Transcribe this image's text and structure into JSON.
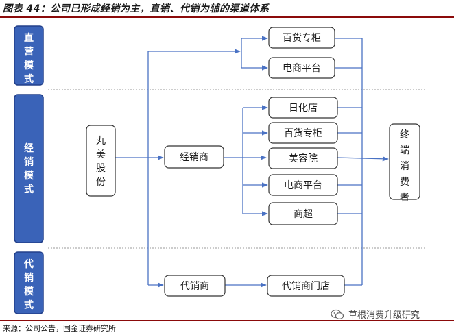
{
  "title": "图表 44：公司已形成经销为主，直销、代销为辅的渠道体系",
  "source": "来源：公司公告，国金证券研究所",
  "watermark": "草根消费升级研究",
  "colors": {
    "side_fill": "#3a63b8",
    "side_stroke": "#23408a",
    "arrow": "#4a72c4",
    "box_stroke": "#333333",
    "rule": "#8b0a0a"
  },
  "side_labels": [
    "直营模式",
    "经销模式",
    "代销模式"
  ],
  "nodes": {
    "company": "丸美股份",
    "distributor": "经销商",
    "agent": "代销商",
    "consumer": "终端消费者",
    "direct_dept_store": "百货专柜",
    "direct_ecommerce": "电商平台",
    "dist_daily": "日化店",
    "dist_dept_store": "百货专柜",
    "dist_beauty": "美容院",
    "dist_ecommerce": "电商平台",
    "dist_supermarket": "商超",
    "agent_store": "代销商门店"
  }
}
